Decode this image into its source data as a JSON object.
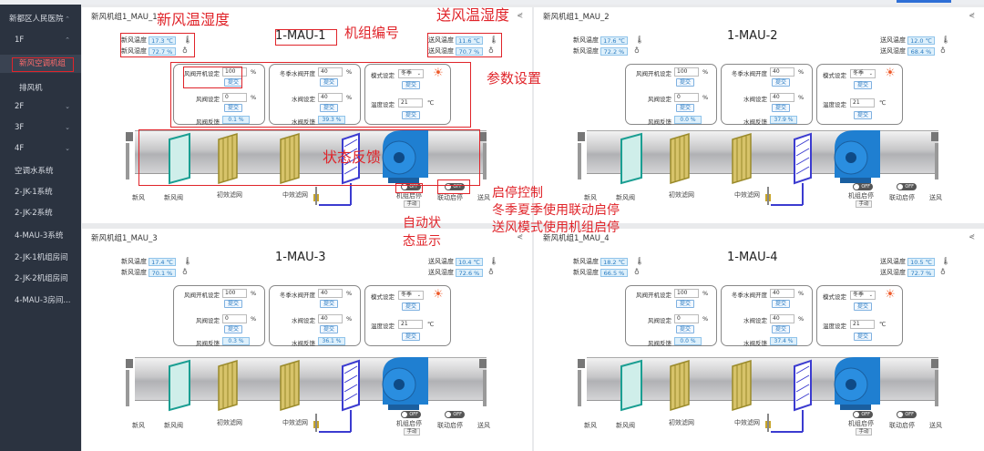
{
  "sidebar": {
    "items": [
      {
        "label": "新都区人民医院",
        "chevron": "⌃",
        "selected": false
      },
      {
        "label": "1F",
        "chevron": "⌃",
        "selected": false
      },
      {
        "label": "新风空调机组",
        "chevron": "",
        "selected": true
      },
      {
        "label": "排风机",
        "chevron": "",
        "selected": false
      },
      {
        "label": "2F",
        "chevron": "⌄",
        "selected": false
      },
      {
        "label": "3F",
        "chevron": "⌄",
        "selected": false
      },
      {
        "label": "4F",
        "chevron": "⌄",
        "selected": false
      },
      {
        "label": "空调水系统",
        "chevron": "",
        "selected": false
      },
      {
        "label": "2-JK-1系统",
        "chevron": "",
        "selected": false
      },
      {
        "label": "2-JK-2系统",
        "chevron": "",
        "selected": false
      },
      {
        "label": "4-MAU-3系统",
        "chevron": "",
        "selected": false
      },
      {
        "label": "2-JK-1机组房间",
        "chevron": "",
        "selected": false
      },
      {
        "label": "2-JK-2机组房间",
        "chevron": "",
        "selected": false
      },
      {
        "label": "4-MAU-3房间...",
        "chevron": "",
        "selected": false
      }
    ]
  },
  "common": {
    "fresh_temp_label": "新风温度",
    "fresh_hum_label": "新风湿度",
    "supply_temp_label": "送风温度",
    "supply_hum_label": "送风湿度",
    "damper_open_label": "风阀开机设定",
    "damper_set_label": "风阀设定",
    "damper_fb_label": "风阀反馈",
    "water_winter_label": "冬季水阀开度",
    "water_set_label": "水阀设定",
    "water_fb_label": "水阀反馈",
    "mode_label": "模式设定",
    "temp_set_label": "温度设定",
    "submit": "提交",
    "percent": "%",
    "celsius": "℃",
    "cap_fresh": "新风",
    "cap_damper": "新风阀",
    "cap_primary": "初效滤网",
    "cap_medium": "中效滤网",
    "cap_start": "机组启停",
    "cap_link": "联动启停",
    "cap_supply": "送风",
    "off": "OFF",
    "manual": "手动",
    "share_icon": "share-icon"
  },
  "units": [
    {
      "panel_title": "新风机组1_MAU_1",
      "unit_id": "1-MAU-1",
      "fresh_temp": "17.3 ℃",
      "fresh_hum": "72.7 %",
      "supply_temp": "11.6 ℃",
      "supply_hum": "70.7 %",
      "damper_open": "100",
      "damper_set": "0",
      "damper_fb": "0.1 %",
      "water_winter": "40",
      "water_set": "40",
      "water_fb": "39.3 %",
      "mode": "冬季",
      "temp_set": "21"
    },
    {
      "panel_title": "新风机组1_MAU_2",
      "unit_id": "1-MAU-2",
      "fresh_temp": "17.6 ℃",
      "fresh_hum": "72.2 %",
      "supply_temp": "12.0 ℃",
      "supply_hum": "68.4 %",
      "damper_open": "100",
      "damper_set": "0",
      "damper_fb": "0.0 %",
      "water_winter": "40",
      "water_set": "40",
      "water_fb": "37.9 %",
      "mode": "冬季",
      "temp_set": "21"
    },
    {
      "panel_title": "新风机组1_MAU_3",
      "unit_id": "1-MAU-3",
      "fresh_temp": "17.4 ℃",
      "fresh_hum": "70.1 %",
      "supply_temp": "10.4 ℃",
      "supply_hum": "72.6 %",
      "damper_open": "100",
      "damper_set": "0",
      "damper_fb": "0.3 %",
      "water_winter": "40",
      "water_set": "40",
      "water_fb": "36.1 %",
      "mode": "冬季",
      "temp_set": "21"
    },
    {
      "panel_title": "新风机组1_MAU_4",
      "unit_id": "1-MAU-4",
      "fresh_temp": "18.2 ℃",
      "fresh_hum": "66.5 %",
      "supply_temp": "10.5 ℃",
      "supply_hum": "72.7 %",
      "damper_open": "100",
      "damper_set": "0",
      "damper_fb": "0.0 %",
      "water_winter": "40",
      "water_set": "40",
      "water_fb": "37.4 %",
      "mode": "冬季",
      "temp_set": "21"
    }
  ],
  "annotations": {
    "fresh_air": "新风温湿度",
    "supply_air": "送风温湿度",
    "unit_no": "机组编号",
    "params": "参数设置",
    "status": "状态反馈",
    "start_stop_1": "启停控制",
    "start_stop_2": "冬季夏季使用联动启停",
    "start_stop_3": "送风模式使用机组启停",
    "auto_1": "自动状",
    "auto_2": "态显示"
  },
  "colors": {
    "annotation": "#e0242a",
    "accent": "#2a7bc1",
    "sidebar": "#2b3340"
  }
}
